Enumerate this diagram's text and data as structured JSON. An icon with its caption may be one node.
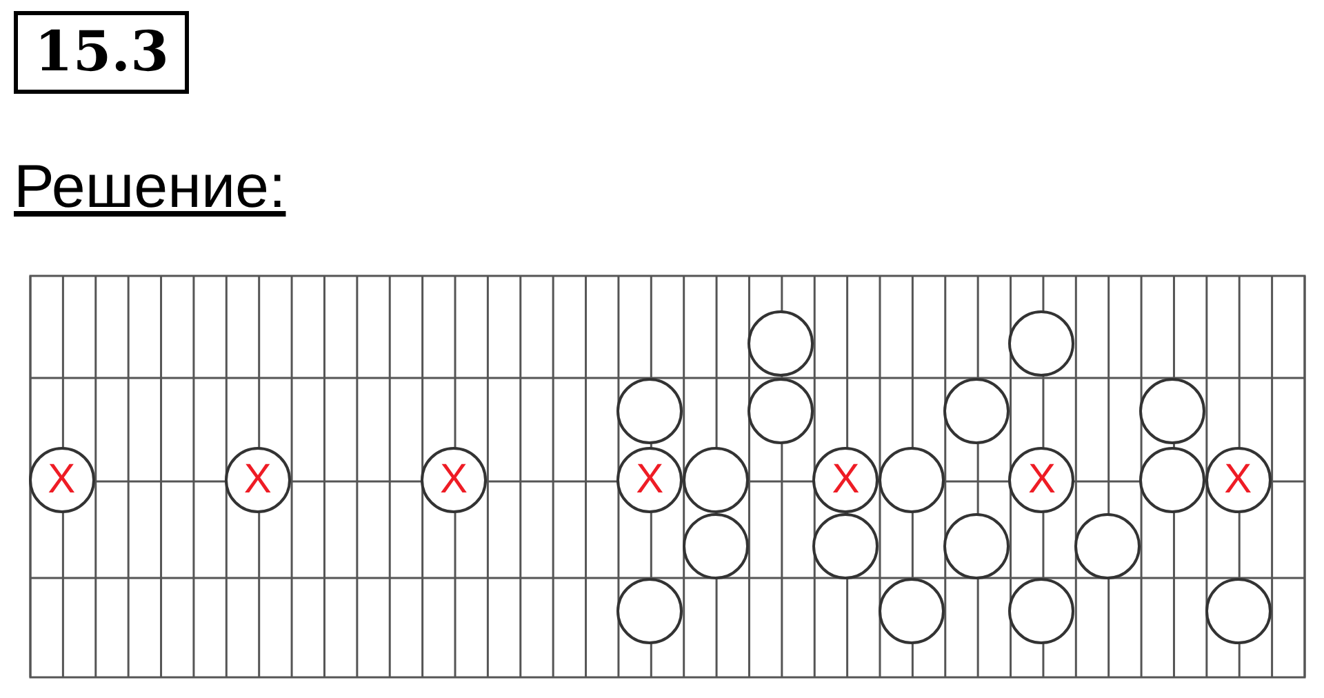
{
  "diagram": {
    "title": "15.3",
    "nodes": [
      {
        "text": [],
        "shape": "circle"
      },
      {
        "text": [],
        "shape": "circle"
      },
      {
        "text": [],
        "shape": "circle"
      },
      {
        "text": [],
        "shape": "circle"
      },
      {
        "text": [],
        "shape": "circle"
      },
      {
        "text": [],
        "shape": "circle"
      },
      {
        "text": [
          "X"
        ]
      },
      {
        "text": [
          "X"
        ]
      },
      {
        "text": [
          "X"
        ]
      },
      {
        "text": [
          "X"
        ]
      },
      {
        "text": [],
        "shape": "circle"
      },
      {
        "text": [
          "X"
        ]
      },
      {
        "text": [],
        "shape": "circle"
      },
      {
        "text": [
          "X"
        ]
      },
      {
        "text": [],
        "shape": "circle"
      },
      {
        "text": [
          "X"
        ]
      },
      {
        "text": [],
        "shape": "circle"
      },
      {
        "text": [],
        "shape": "circle"
      },
      {
        "text": [],
        "shape": "circle"
      },
      {
        "text": [],
        "shape": "circle"
      },
      {
        "text": [],
        "shape": "circle"
      },
      {
        "text": [],
        "shape": "circle"
      },
      {
        "text": [],
        "shape": "circle"
      },
      {
        "text": [],
        "shape": "circle"
      }
    ],
    "labels": [
      "Решение:"
    ]
  }
}
